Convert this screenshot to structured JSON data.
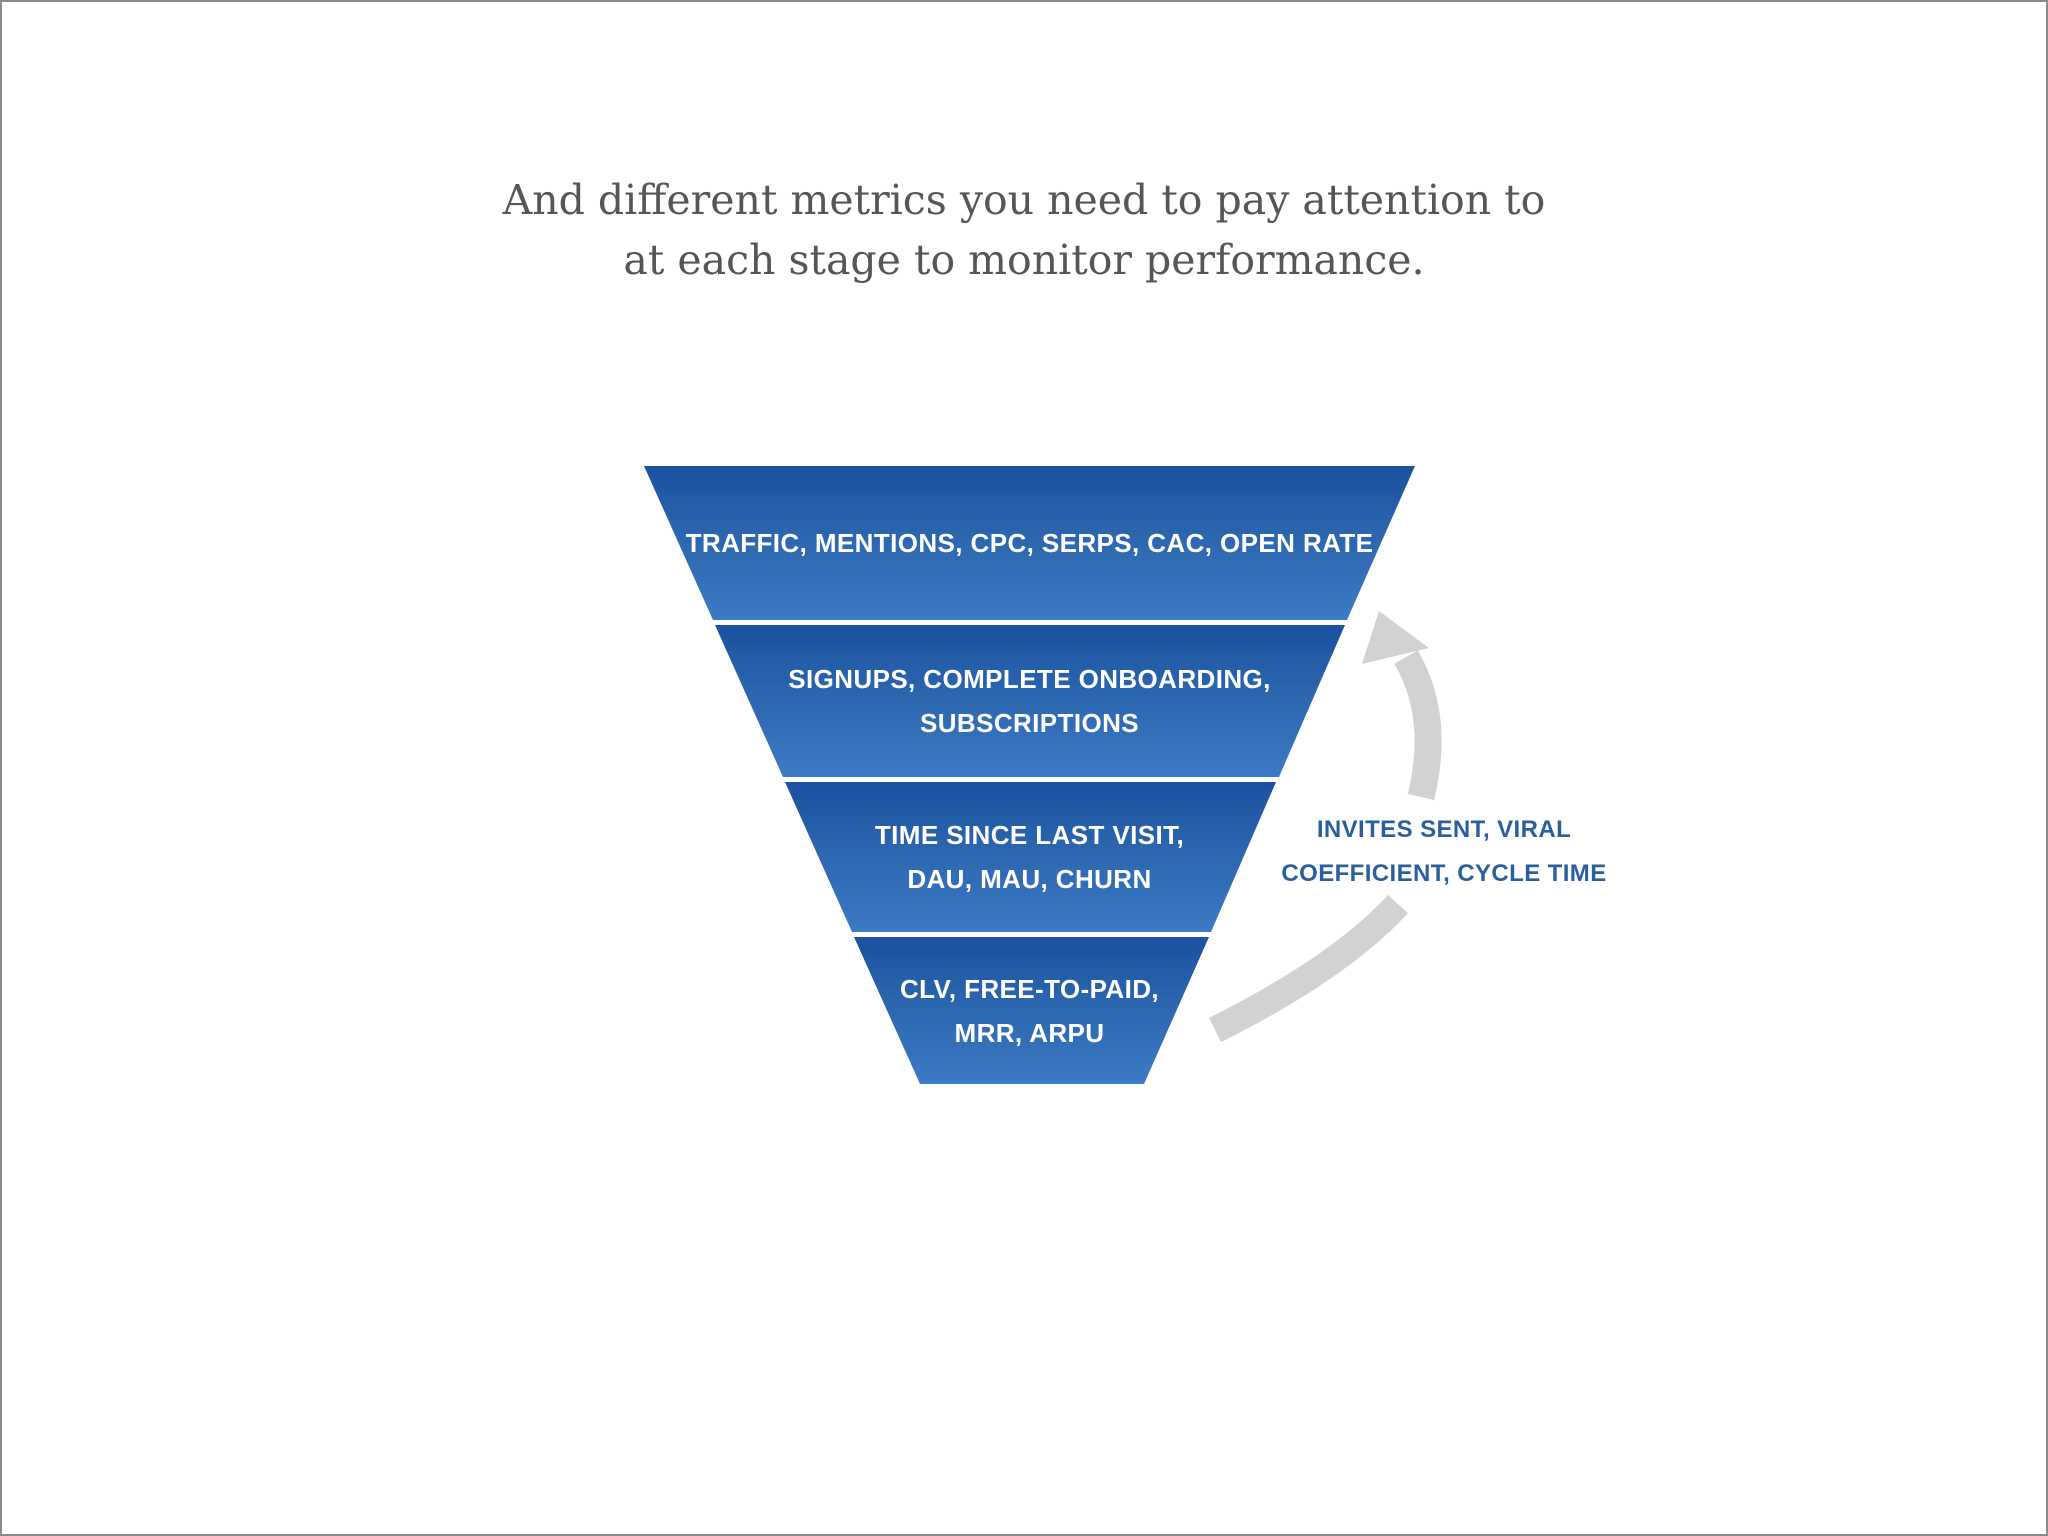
{
  "heading": {
    "line1": "And different metrics you need to pay attention to",
    "line2": "at each stage to monitor performance."
  },
  "funnel": {
    "stages": [
      {
        "name": "stage-1",
        "lines": [
          "TRAFFIC, MENTIONS, CPC, SERPS, CAC, OPEN RATE"
        ]
      },
      {
        "name": "stage-2",
        "lines": [
          "SIGNUPS, COMPLETE ONBOARDING,",
          "SUBSCRIPTIONS"
        ]
      },
      {
        "name": "stage-3",
        "lines": [
          "TIME SINCE LAST VISIT,",
          "DAU, MAU, CHURN"
        ]
      },
      {
        "name": "stage-4",
        "lines": [
          "CLV, FREE-TO-PAID,",
          "MRR, ARPU"
        ]
      }
    ]
  },
  "side_label": {
    "line1": "INVITES SENT, VIRAL",
    "line2": "COEFFICIENT, CYCLE TIME"
  },
  "colors": {
    "funnel_blue_top": "#1b519f",
    "funnel_blue_bottom": "#3d7ac5",
    "stage_text": "#ffffff",
    "arrow_gray": "#d2d2d2",
    "side_label_blue": "#2a5f9e",
    "heading_gray": "#54565a",
    "page_border_gray": "#8a8a8a",
    "background": "#ffffff"
  }
}
